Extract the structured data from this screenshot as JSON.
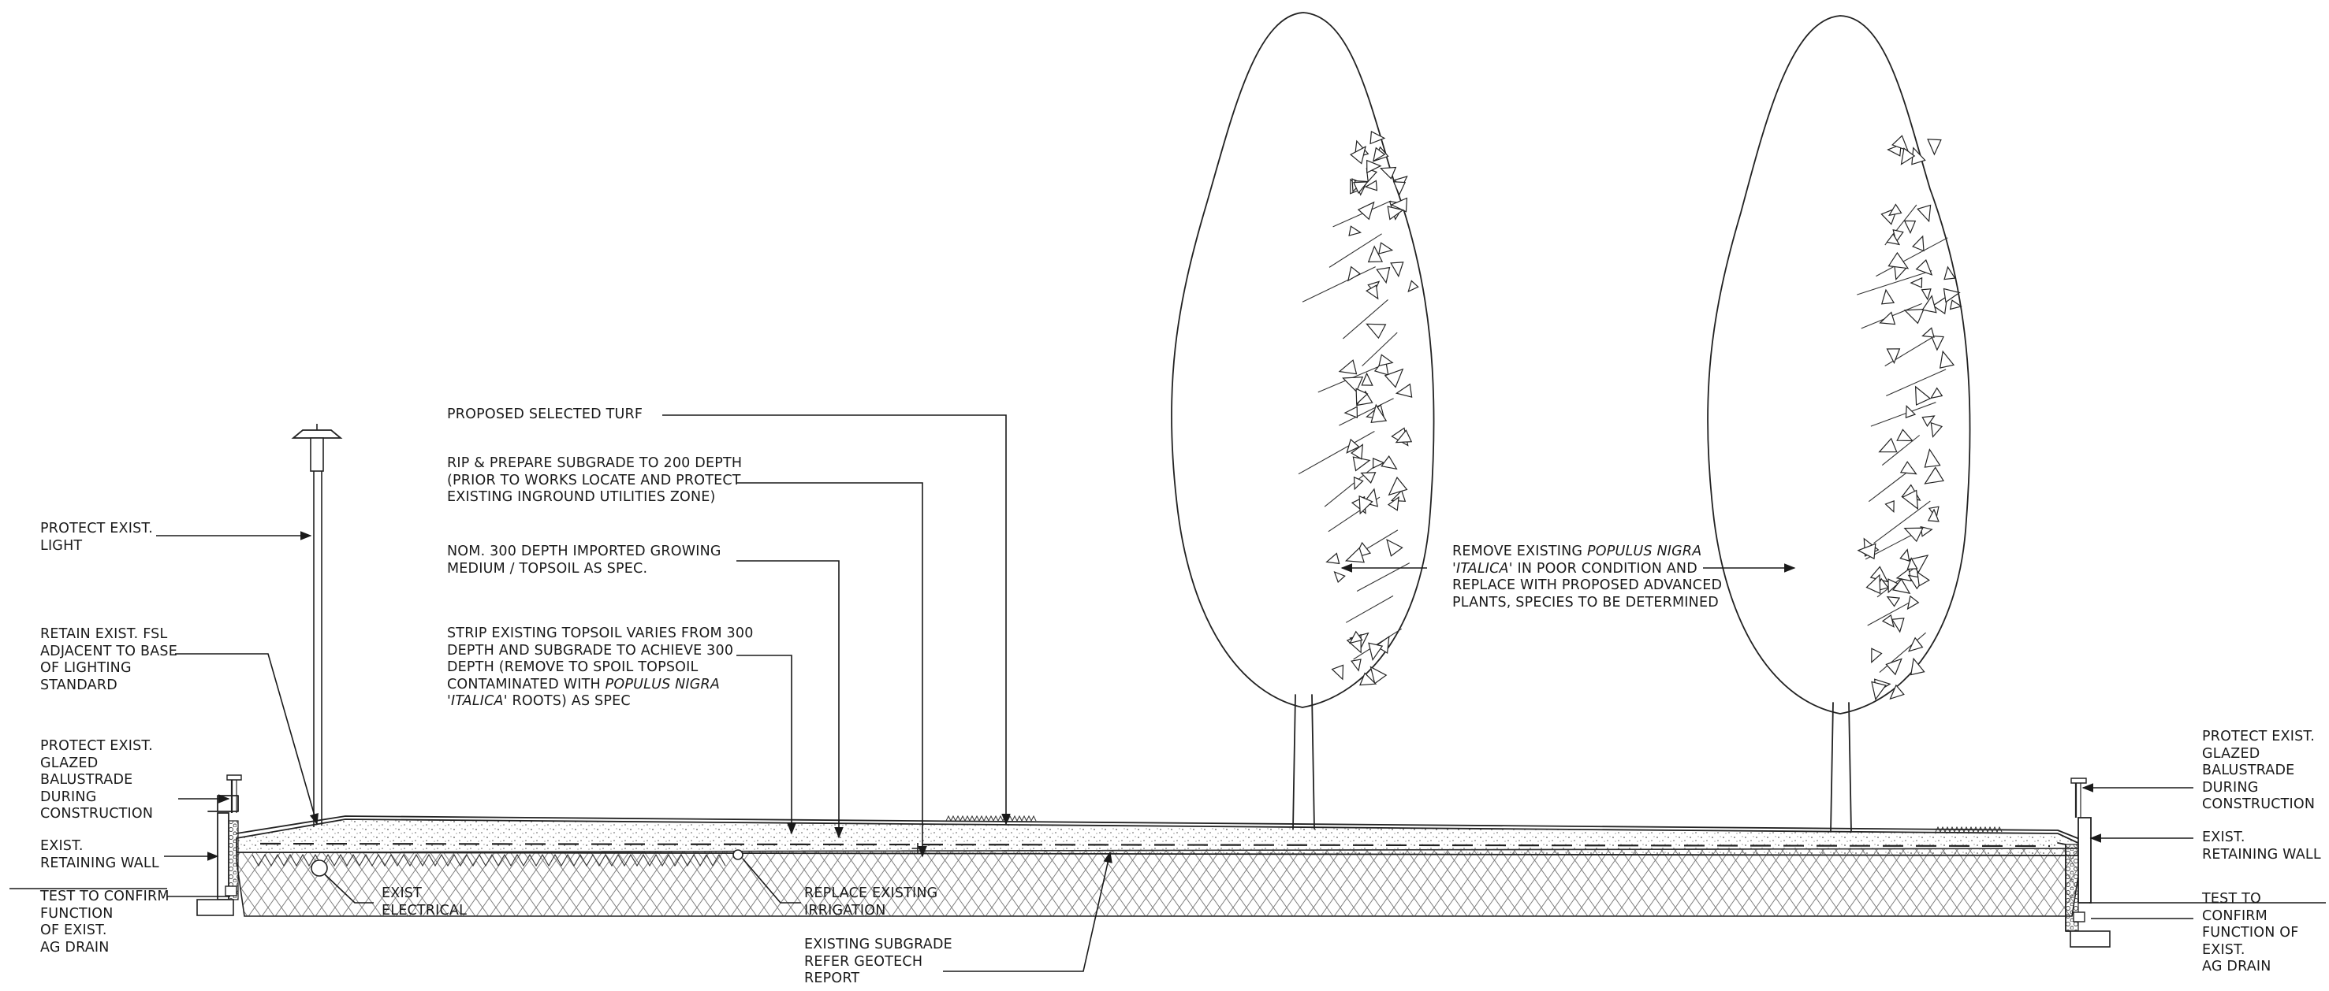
{
  "notes": {
    "light": [
      "PROTECT EXIST.",
      "LIGHT"
    ],
    "fsl": [
      "RETAIN EXIST. FSL",
      "ADJACENT TO BASE",
      "OF LIGHTING",
      "STANDARD"
    ],
    "balustrade_left": [
      "PROTECT EXIST.",
      "GLAZED",
      "BALUSTRADE",
      "DURING",
      "CONSTRUCTION"
    ],
    "retaining_left": [
      "EXIST.",
      "RETAINING WALL"
    ],
    "ag_drain_left": [
      "TEST TO CONFIRM",
      "FUNCTION",
      "OF EXIST.",
      "AG DRAIN"
    ],
    "electrical": [
      "EXIST",
      "ELECTRICAL"
    ],
    "turf": [
      "PROPOSED SELECTED TURF"
    ],
    "subgrade": [
      "RIP & PREPARE SUBGRADE TO 200 DEPTH",
      "(PRIOR TO WORKS LOCATE AND PROTECT",
      "EXISTING INGROUND UTILITIES ZONE)"
    ],
    "growing_medium": [
      "NOM. 300 DEPTH IMPORTED GROWING",
      "MEDIUM / TOPSOIL AS SPEC."
    ],
    "strip": {
      "l1": "STRIP EXISTING TOPSOIL VARIES FROM 300",
      "l2": "DEPTH AND SUBGRADE TO ACHIEVE 300",
      "l3": "DEPTH (REMOVE TO SPOIL TOPSOIL",
      "l4a": "CONTAMINATED WITH ",
      "l4b": "POPULUS NIGRA",
      "l5a": "'ITALICA'",
      "l5b": " ROOTS) AS SPEC"
    },
    "irrigation": [
      "REPLACE EXISTING",
      "IRRIGATION"
    ],
    "geotech": [
      "EXISTING SUBGRADE",
      "REFER GEOTECH",
      "REPORT"
    ],
    "trees": {
      "l1a": "REMOVE EXISTING ",
      "l1b": "POPULUS NIGRA",
      "l2a": "'ITALICA'",
      "l2b": " IN POOR CONDITION AND",
      "l3": "REPLACE WITH PROPOSED ADVANCED",
      "l4": "PLANTS, SPECIES TO BE DETERMINED"
    },
    "balustrade_right": [
      "PROTECT EXIST.",
      "GLAZED",
      "BALUSTRADE",
      "DURING",
      "CONSTRUCTION"
    ],
    "retaining_right": [
      "EXIST.",
      "RETAINING WALL"
    ],
    "ag_drain_right": [
      "TEST TO",
      "CONFIRM",
      "FUNCTION OF",
      "EXIST.",
      "AG DRAIN"
    ]
  },
  "colors": {
    "ink": "#1a1a1a",
    "paper": "#ffffff"
  }
}
